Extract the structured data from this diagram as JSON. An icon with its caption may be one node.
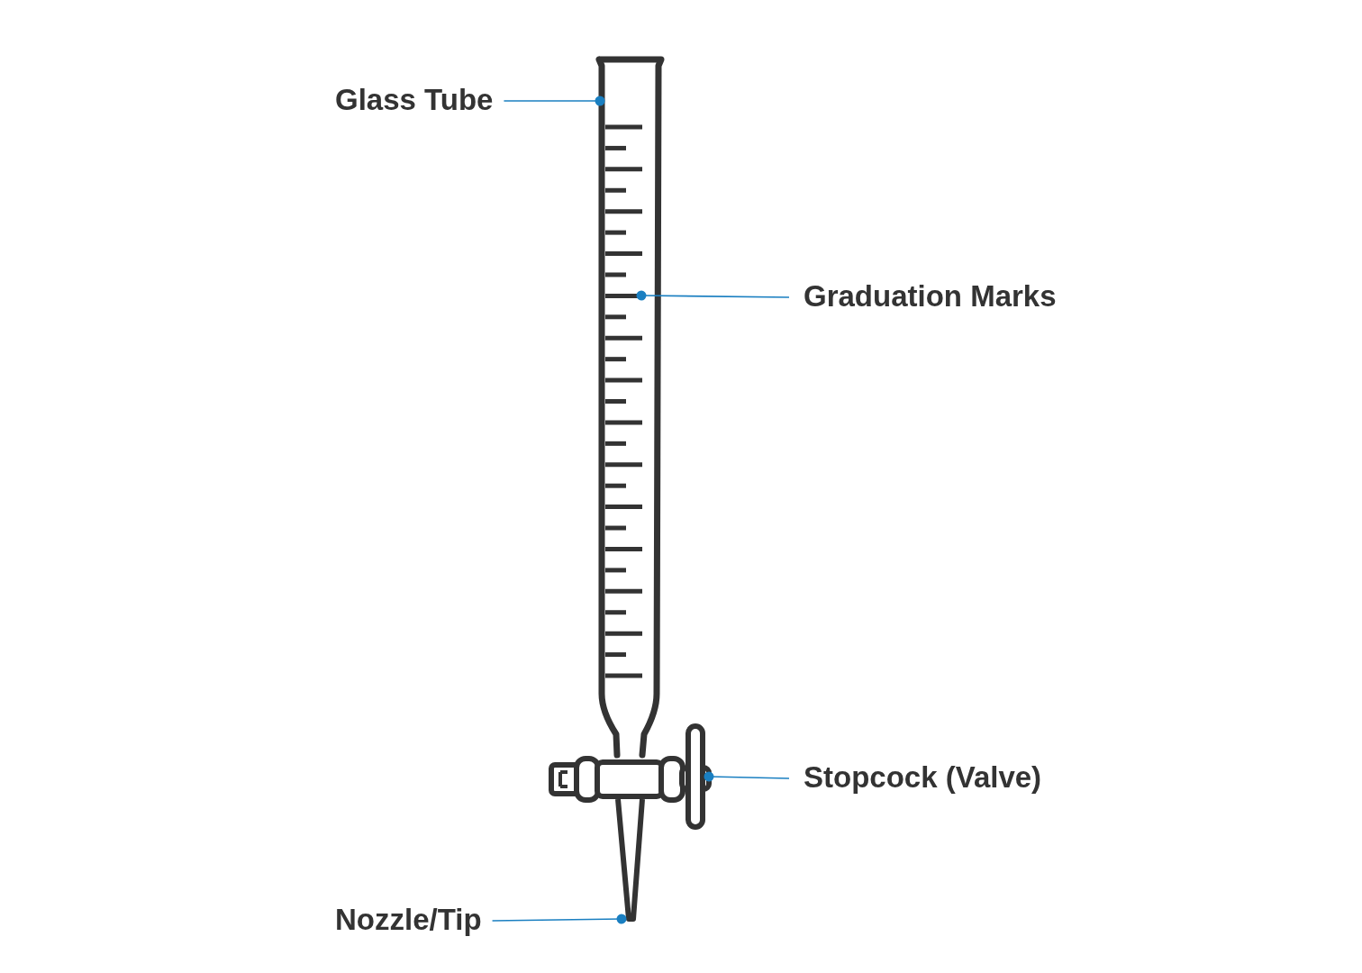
{
  "diagram": {
    "nodes": [
      {
        "text": [
          "Glass Tube"
        ]
      },
      {
        "text": [],
        "shape": "picture"
      },
      {
        "text": [
          "Graduation Marks"
        ]
      },
      {
        "text": [],
        "shape": "picture",
        "in": 1
      },
      {
        "text": [
          "Stopcock (Valve)"
        ]
      },
      {
        "text": [],
        "shape": "picture"
      },
      {
        "text": [
          "Nozzle/Tip"
        ]
      },
      {
        "text": [],
        "shape": "picture"
      }
    ],
    "edges": [
      {
        "from": 0,
        "to": 1,
        "arrow": "other"
      },
      {
        "from": 2,
        "to": 3,
        "arrow": "other"
      },
      {
        "from": 4,
        "to": 5,
        "arrow": "other"
      },
      {
        "from": 6,
        "to": 7,
        "arrow": "other"
      }
    ]
  }
}
